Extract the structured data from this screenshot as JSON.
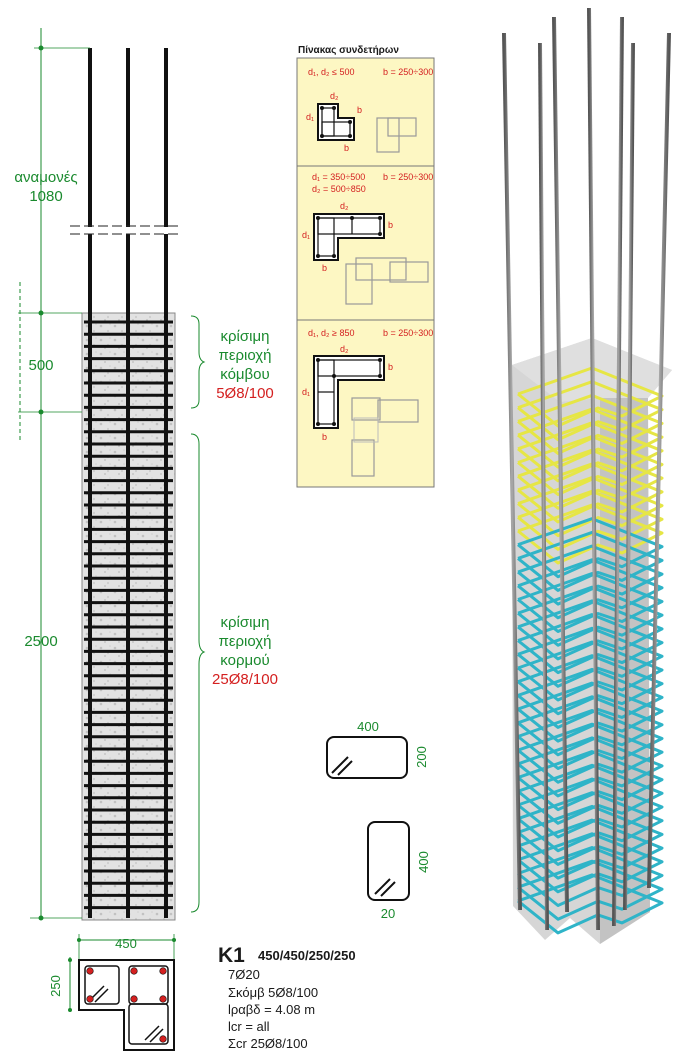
{
  "elevation": {
    "starter_label": "αναμονές",
    "starter_value": "1080",
    "dim_node": "500",
    "dim_body": "2500",
    "node_zone": {
      "line1": "κρίσιμη",
      "line2": "περιοχή",
      "line3": "κόμβου",
      "stirrups": "5Ø8/100"
    },
    "body_zone": {
      "line1": "κρίσιμη",
      "line2": "περιοχή",
      "line3": "κορμού",
      "stirrups": "25Ø8/100"
    }
  },
  "table": {
    "title": "Πίνακας συνδετήρων",
    "rows": [
      {
        "cond1": "d₁, d₂ ≤ 500",
        "cond2": "",
        "b_range": "b = 250÷300"
      },
      {
        "cond1": "d₁ = 350÷500",
        "cond2": "d₂ = 500÷850",
        "b_range": "b = 250÷300"
      },
      {
        "cond1": "d₁, d₂ ≥ 850",
        "cond2": "",
        "b_range": "b = 250÷300"
      }
    ],
    "labels": {
      "d1": "d₁",
      "d2": "d₂",
      "b": "b"
    }
  },
  "stirrup_horizontal": {
    "width": "400",
    "height": "200"
  },
  "stirrup_vertical": {
    "height": "400",
    "hook": "20"
  },
  "section": {
    "dim_width": "450",
    "dim_leg": "250"
  },
  "column": {
    "id": "K1",
    "dims": "450/450/250/250",
    "bars": "7Ø20",
    "node_line": "Σκόμβ 5Ø8/100",
    "bar_length": "lραβδ = 4.08 m",
    "lcr": "lcr = all",
    "body_line": "Σcr 25Ø8/100"
  },
  "colors": {
    "dimension": "#1a8a2e",
    "stirrup_spec": "#d42020",
    "table_bg": "#fdf7c3",
    "stirrup_yellow": "#e6e645",
    "stirrup_cyan": "#2fb4c8"
  }
}
